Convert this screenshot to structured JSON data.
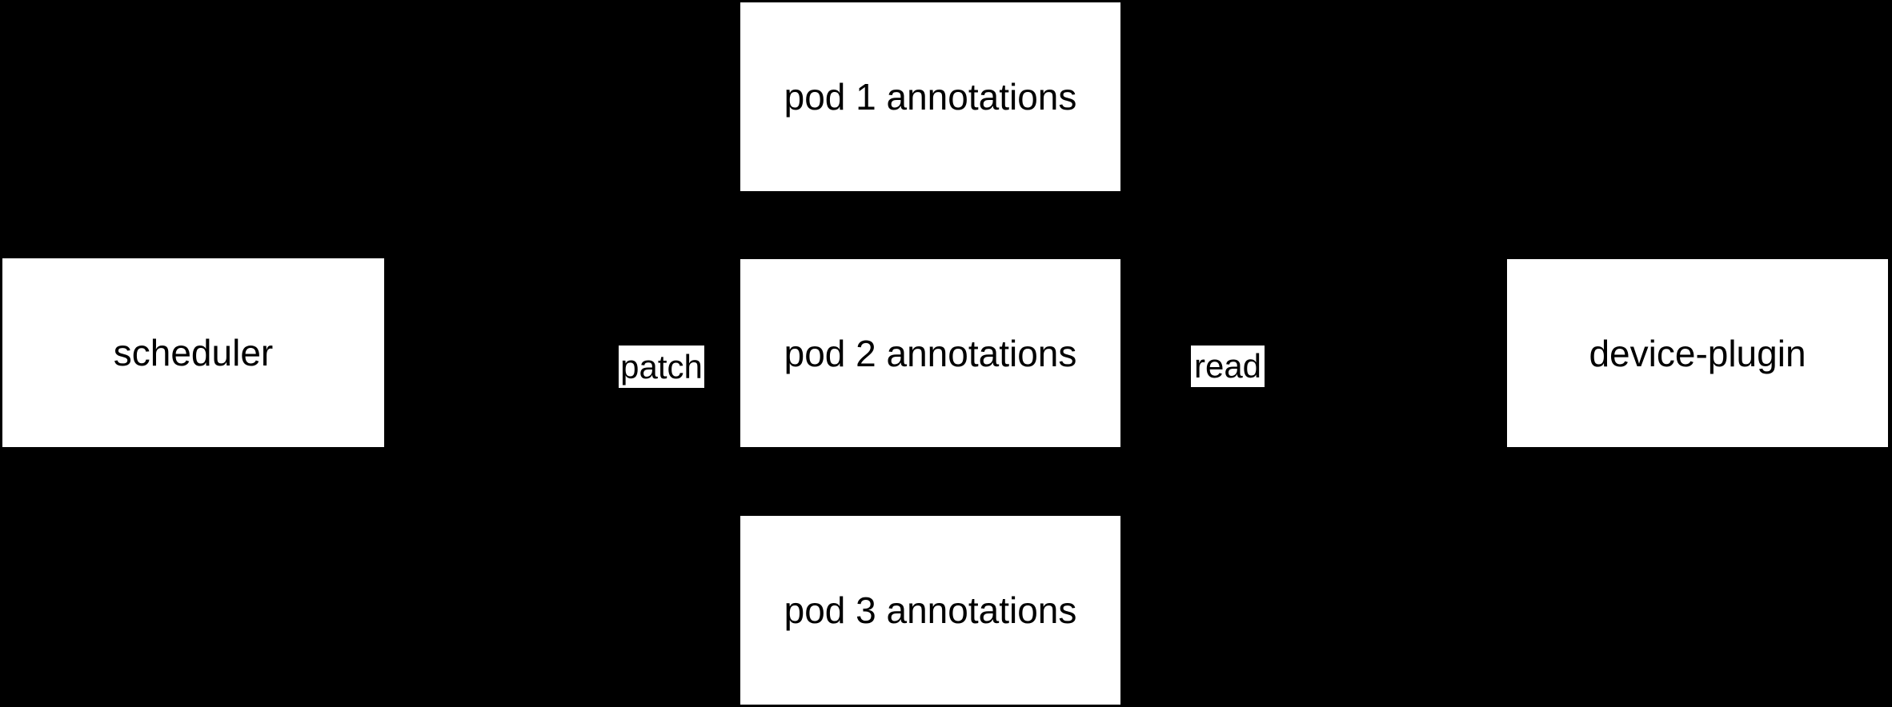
{
  "diagram": {
    "type": "flow-diagram",
    "background_color": "#000000",
    "node_fill_color": "#ffffff",
    "node_text_color": "#000000",
    "nodes": [
      {
        "id": "scheduler",
        "label": "scheduler"
      },
      {
        "id": "pod-1-annotations",
        "label": "pod 1 annotations"
      },
      {
        "id": "pod-2-annotations",
        "label": "pod 2 annotations"
      },
      {
        "id": "pod-3-annotations",
        "label": "pod 3 annotations"
      },
      {
        "id": "device-plugin",
        "label": "device-plugin"
      }
    ],
    "edge_labels": [
      {
        "id": "patch",
        "label": "patch"
      },
      {
        "id": "read",
        "label": "read"
      }
    ]
  }
}
